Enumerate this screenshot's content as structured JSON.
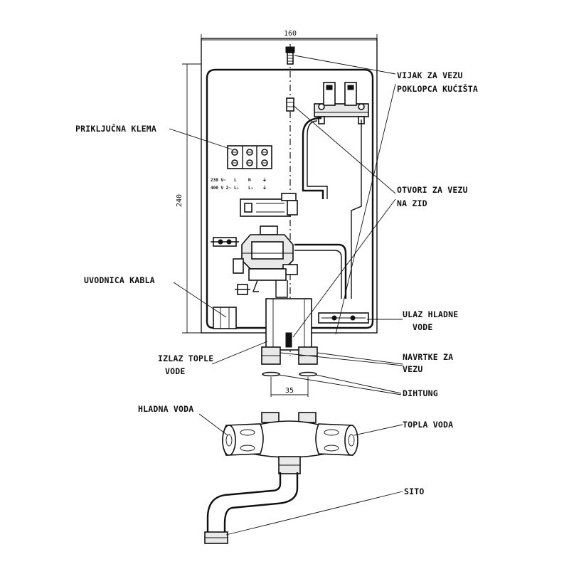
{
  "dimensions": {
    "width": "160",
    "height": "240",
    "spacing": "35"
  },
  "labels": {
    "screw_line1": "VIJAK ZA VEZU",
    "screw_line2": "POKLOPCA KUĆIŠTA",
    "terminal": "PRIKLJUČNA KLEMA",
    "wall_line1": "OTVORI ZA VEZU",
    "wall_line2": "NA ZID",
    "cable": "UVODNICA KABLA",
    "cold_in_line1": "ULAZ HLADNE",
    "cold_in_line2": "VODE",
    "hot_out_line1": "IZLAZ TOPLE",
    "hot_out_line2": "VODE",
    "nuts_line1": "NAVRTKE ZA",
    "nuts_line2": "VEZU",
    "gasket": "DIHTUNG",
    "cold_water": "HLADNA VODA",
    "hot_water": "TOPLA VODA",
    "strainer": "SITO"
  },
  "terminal_marks": {
    "row1": [
      "230 V~",
      "L",
      "N",
      "⏚"
    ],
    "row2": [
      "400 V 2~",
      "L₁",
      "L₂",
      "⏚"
    ]
  }
}
